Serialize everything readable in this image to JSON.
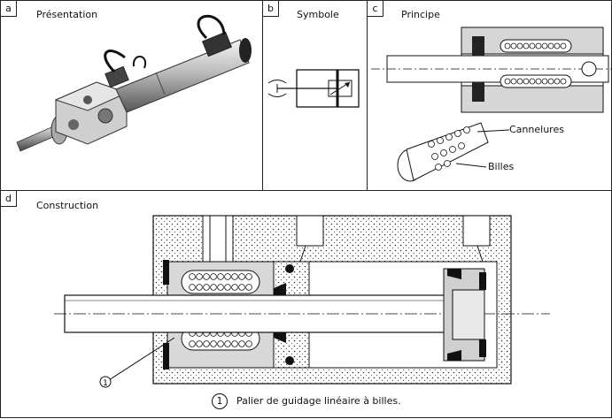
{
  "panels": {
    "a": {
      "tag": "a",
      "title": "Présentation"
    },
    "b": {
      "tag": "b",
      "title": "Symbole"
    },
    "c": {
      "tag": "c",
      "title": "Principe",
      "label_grooves": "Cannelures",
      "label_balls": "Billes"
    },
    "d": {
      "tag": "d",
      "title": "Construction",
      "callout_number": "1",
      "legend_text": "Palier de guidage linéaire à billes."
    }
  },
  "colors": {
    "line": "#111111",
    "metal": "#d9d9d9",
    "metal_dark": "#9a9a9a",
    "background": "#ffffff"
  }
}
